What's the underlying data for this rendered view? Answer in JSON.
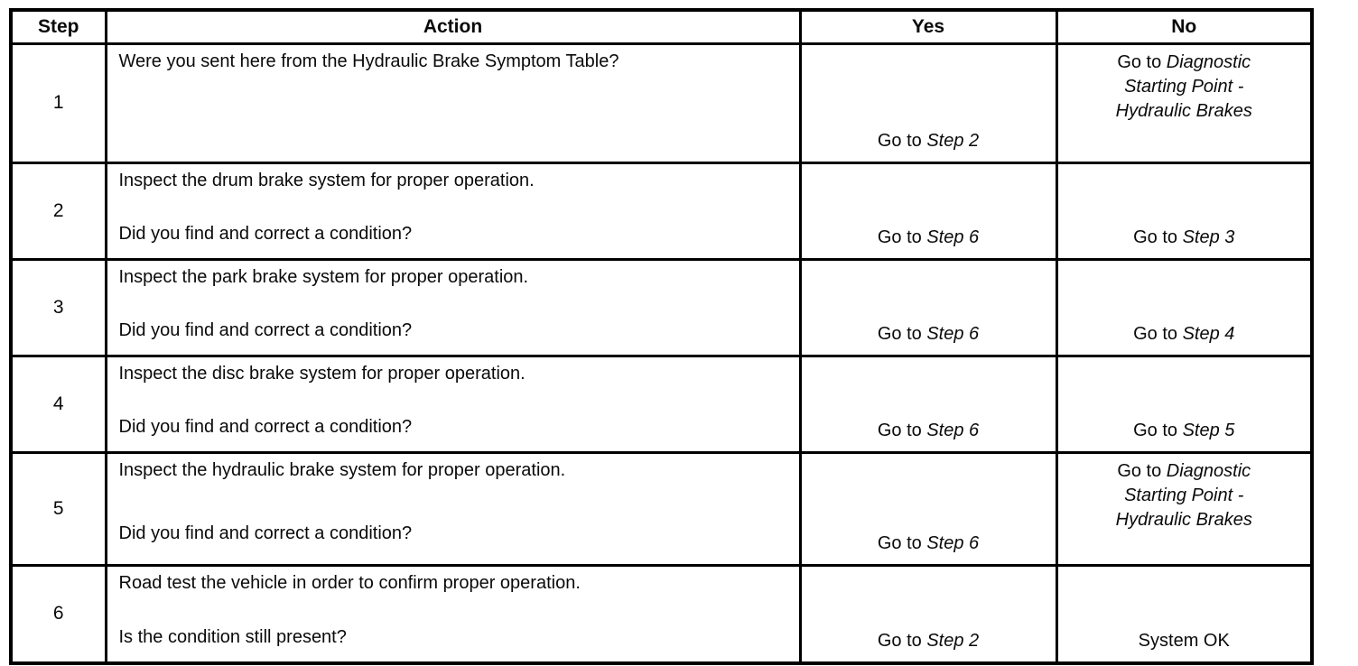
{
  "header": {
    "step": "Step",
    "action": "Action",
    "yes": "Yes",
    "no": "No"
  },
  "rows": [
    {
      "step": "1",
      "action_line1": "Were you sent here from the Hydraulic Brake Symptom Table?",
      "action_line2": "",
      "yes_pre": "Go to ",
      "yes_italic": "Step 2",
      "no_pre": "Go to ",
      "no_italic": "Diagnostic Starting Point - Hydraulic Brakes"
    },
    {
      "step": "2",
      "action_line1": "Inspect the drum brake system for proper operation.",
      "action_line2": "Did you find and correct a condition?",
      "yes_pre": "Go to ",
      "yes_italic": "Step 6",
      "no_pre": "Go to ",
      "no_italic": "Step 3"
    },
    {
      "step": "3",
      "action_line1": "Inspect the park brake system for proper operation.",
      "action_line2": "Did you find and correct a condition?",
      "yes_pre": "Go to ",
      "yes_italic": "Step 6",
      "no_pre": "Go to ",
      "no_italic": "Step 4"
    },
    {
      "step": "4",
      "action_line1": "Inspect the disc brake system for proper operation.",
      "action_line2": "Did you find and correct a condition?",
      "yes_pre": "Go to ",
      "yes_italic": "Step 6",
      "no_pre": "Go to ",
      "no_italic": "Step 5"
    },
    {
      "step": "5",
      "action_line1": "Inspect the hydraulic brake system for proper operation.",
      "action_line2": "Did you find and correct a condition?",
      "yes_pre": "Go to ",
      "yes_italic": "Step 6",
      "no_pre": "Go to ",
      "no_italic": "Diagnostic Starting Point - Hydraulic Brakes"
    },
    {
      "step": "6",
      "action_line1": "Road test the vehicle in order to confirm proper operation.",
      "action_line2": "Is the condition still present?",
      "yes_pre": "Go to ",
      "yes_italic": "Step 2",
      "no_pre": "System OK",
      "no_italic": ""
    }
  ]
}
